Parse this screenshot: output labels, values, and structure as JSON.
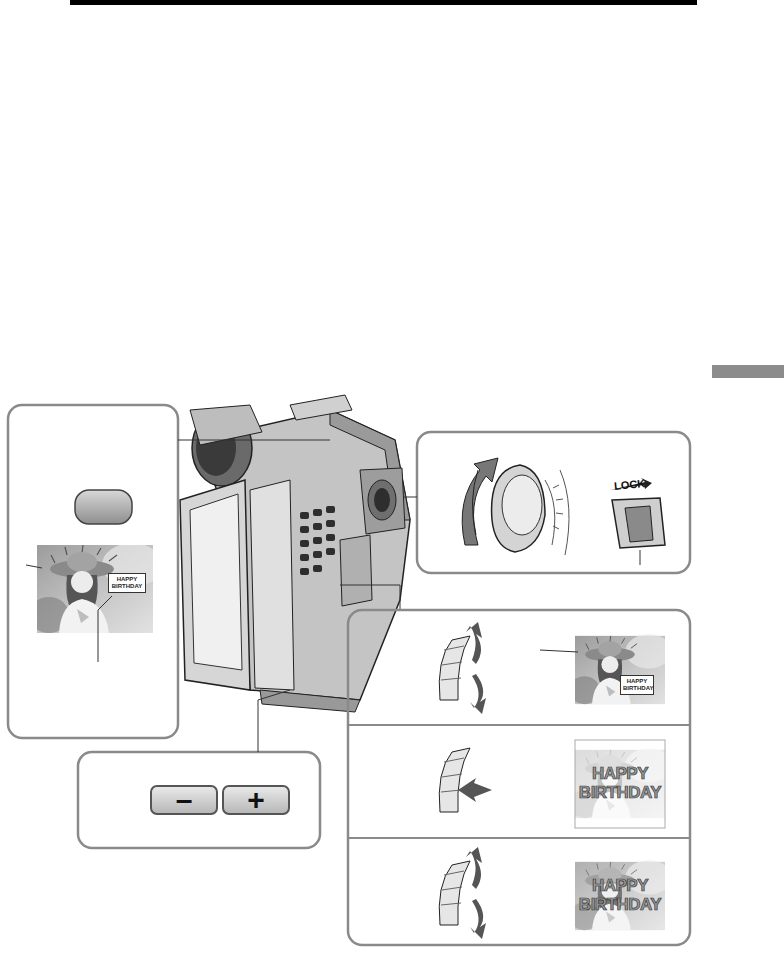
{
  "diagram": {
    "nodes": [
      {
        "text": [
          "HAPPY BIRTHDAY"
        ]
      },
      {
        "text": [
          "HAPPY BIRTHDAY"
        ]
      },
      {
        "text": [
          "–"
        ]
      },
      {
        "text": [
          "+"
        ]
      }
    ],
    "labels": [
      "LOCK",
      "HAPPY BIRTHDAY",
      "HAPPY BIRTHDAY"
    ]
  }
}
